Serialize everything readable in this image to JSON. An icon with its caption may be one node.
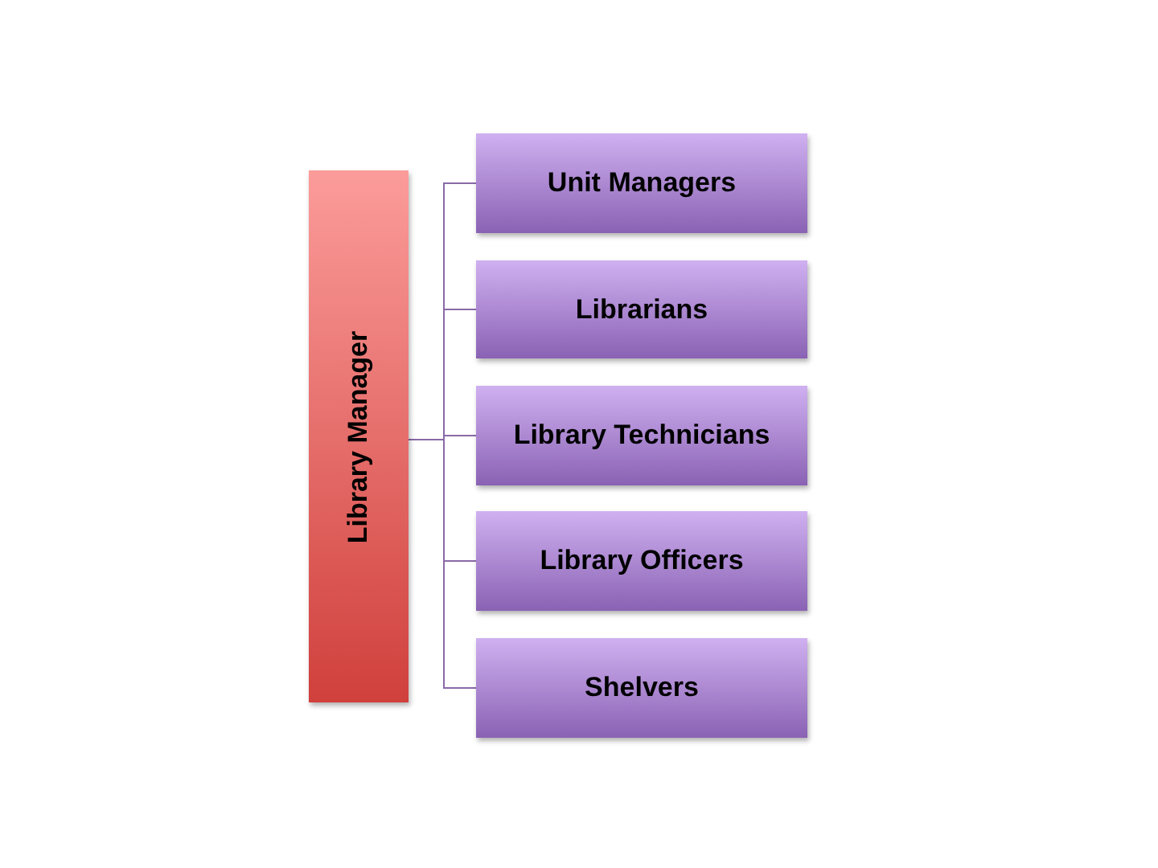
{
  "diagram": {
    "nodes": [
      {
        "text": [
          "Library Manager"
        ]
      },
      {
        "text": [
          "Unit Managers"
        ]
      },
      {
        "text": [
          "Librarians"
        ]
      },
      {
        "text": [
          "Library Technicians"
        ]
      },
      {
        "text": [
          "Library Officers"
        ]
      },
      {
        "text": [
          "Shelvers"
        ]
      }
    ],
    "edges": [
      {
        "from": 0,
        "to": 1,
        "arrow": "none"
      },
      {
        "from": 0,
        "to": 2,
        "arrow": "none"
      },
      {
        "from": 0,
        "to": 3,
        "arrow": "none"
      },
      {
        "from": 0,
        "to": 4,
        "arrow": "none"
      },
      {
        "from": 0,
        "to": 5,
        "arrow": "none"
      }
    ]
  }
}
